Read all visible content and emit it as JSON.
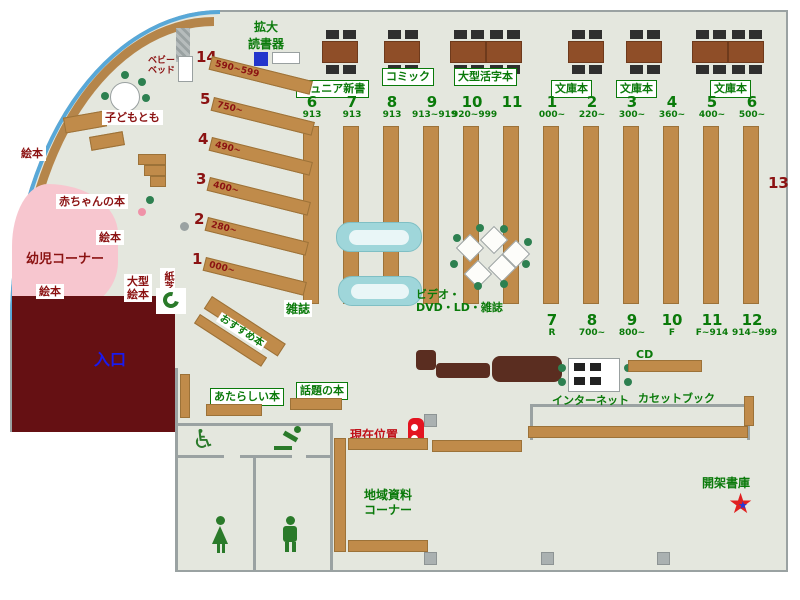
{
  "colors": {
    "background": "#e4e7de",
    "wall_gray": "#9aa2a2",
    "shelf_brown": "#c08b4a",
    "table_brown": "#8f4e28",
    "counter_brown": "#5a2d20",
    "entrance_maroon": "#651013",
    "label_green": "#0a7a0a",
    "label_darkred": "#8b1212",
    "entrance_blue": "#1a1aee",
    "curve_blue": "#58a8d8",
    "kids_pink": "#f7c6cf",
    "bench_cyan": "#9fd6da",
    "marker_red": "#e31420"
  },
  "labels": {
    "magnifier": {
      "line1": "拡大",
      "line2": "読書器"
    },
    "baby_bed": {
      "line1": "ベビー",
      "line2": "ベッド"
    },
    "ehon_top": "絵本",
    "kodomo_tomo": "子どもとも",
    "akachan_book": "赤ちゃんの本",
    "ehon_mid": "絵本",
    "yoji_corner": "幼児コーナー",
    "ehon_bottom": "絵本",
    "ogata_ehon": {
      "line1": "大型",
      "line2": "絵本"
    },
    "kamishibai": "紙芝居",
    "entrance": "入口",
    "osusume": "おすすめ本",
    "zasshi": "雑誌",
    "video": {
      "line1": "ビデオ・",
      "line2": "DVD・LD・雑誌"
    },
    "atarashii": "あたらしい本",
    "wadai": "話題の本",
    "genzai_ichi": "現在位置",
    "internet": "インターネット",
    "cd": "CD",
    "cassette_book": "カセットブック",
    "chiiki": {
      "line1": "地域資料",
      "line2": "コーナー"
    },
    "kaika_shoko": "開架書庫",
    "shelf13": "13"
  },
  "section_boxes": [
    "ジュニア新書",
    "コミック",
    "大型活字本",
    "文庫本",
    "文庫本",
    "文庫本"
  ],
  "diagonal_shelves": [
    {
      "num": "14",
      "range": "590~599"
    },
    {
      "num": "5",
      "range": "750~"
    },
    {
      "num": "4",
      "range": "490~"
    },
    {
      "num": "3",
      "range": "400~"
    },
    {
      "num": "2",
      "range": "280~"
    },
    {
      "num": "1",
      "range": "000~"
    }
  ],
  "left_columns": [
    {
      "num": "6",
      "range": "913"
    },
    {
      "num": "7",
      "range": "913"
    },
    {
      "num": "8",
      "range": "913"
    },
    {
      "num": "9",
      "range": "913~919"
    },
    {
      "num": "10",
      "range": "920~999"
    },
    {
      "num": "11",
      "range": ""
    }
  ],
  "right_columns_top": [
    {
      "num": "1",
      "range": "000~"
    },
    {
      "num": "2",
      "range": "220~"
    },
    {
      "num": "3",
      "range": "300~"
    },
    {
      "num": "4",
      "range": "360~"
    },
    {
      "num": "5",
      "range": "400~"
    },
    {
      "num": "6",
      "range": "500~"
    }
  ],
  "right_columns_bottom": [
    {
      "num": "7",
      "range": "R"
    },
    {
      "num": "8",
      "range": "700~"
    },
    {
      "num": "9",
      "range": "800~"
    },
    {
      "num": "10",
      "range": "F"
    },
    {
      "num": "11",
      "range": "F~914"
    },
    {
      "num": "12",
      "range": "914~999"
    }
  ]
}
